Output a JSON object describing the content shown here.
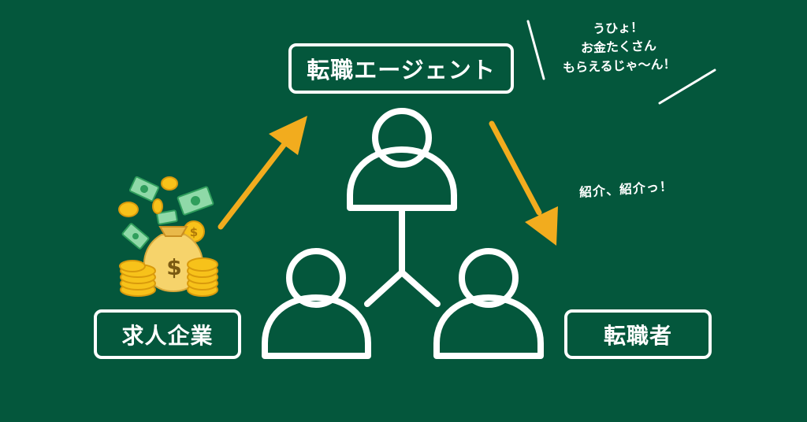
{
  "nodes": {
    "agent": "転職エージェント",
    "company": "求人企業",
    "job_seeker": "転職者"
  },
  "speech": {
    "line1": "うひょ！",
    "line2": "お金たくさん",
    "line3": "もらえるじゃ〜ん！"
  },
  "introduce_note": "紹介、紹介っ！",
  "money_symbol": "$",
  "colors": {
    "background": "#04573c",
    "line": "#ffffff",
    "arrow": "#f2ac1e",
    "bill": "#8fd9a8",
    "coin": "#f7c21a",
    "bag": "#f6d36b"
  },
  "icons": {
    "people": "people-network-icon",
    "money": "money-bag-icon"
  }
}
